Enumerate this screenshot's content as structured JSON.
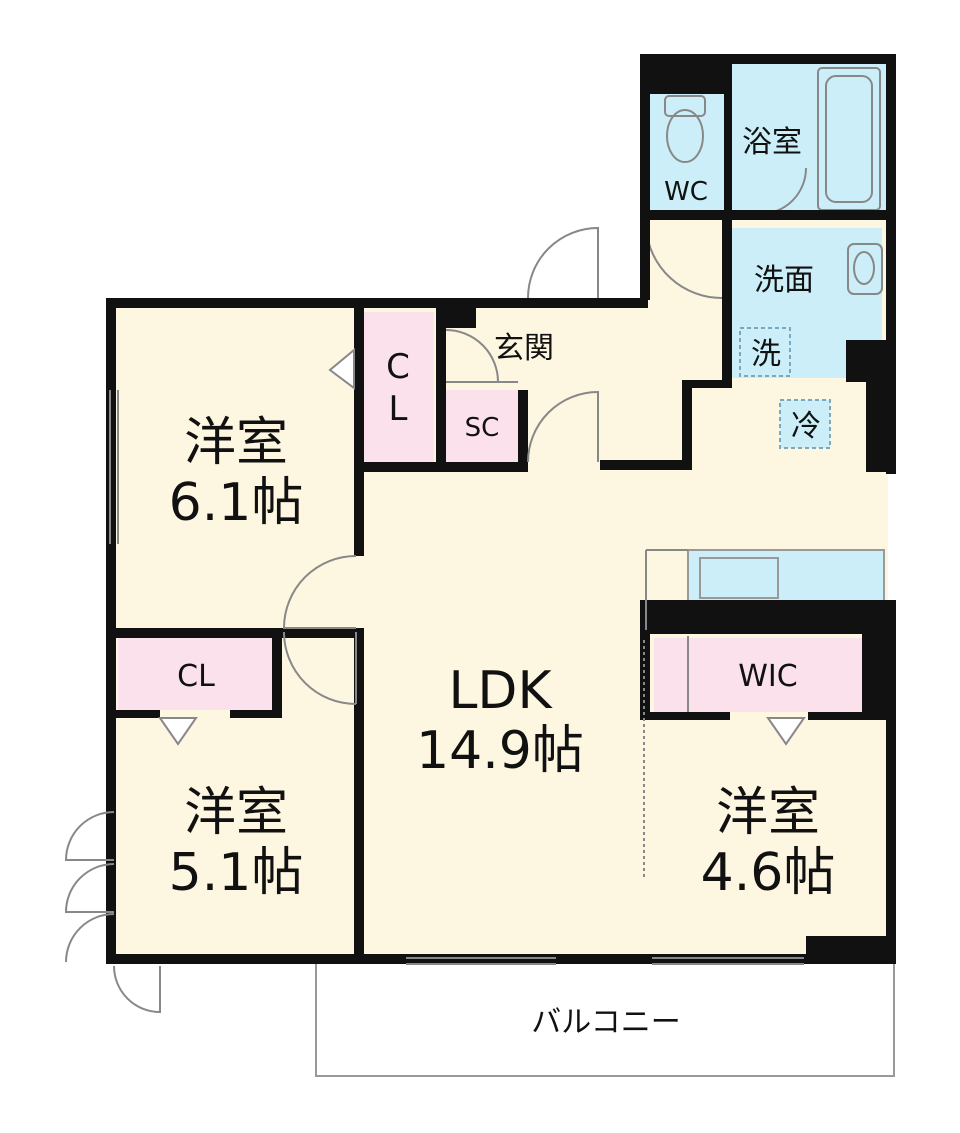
{
  "colors": {
    "room": "#fdf6e0",
    "wet": "#cceef9",
    "storage": "#fbe1ec",
    "wall": "#111111",
    "line": "#999999",
    "appliance_mark": "#7aa8bf"
  },
  "rooms": {
    "bedroom_a": {
      "name": "洋室",
      "size": "6.1帖"
    },
    "bedroom_b": {
      "name": "洋室",
      "size": "5.1帖"
    },
    "bedroom_c": {
      "name": "洋室",
      "size": "4.6帖"
    },
    "ldk": {
      "name": "LDK",
      "size": "14.9帖"
    },
    "closet_a_line1": "C",
    "closet_a_line2": "L",
    "closet_b": "CL",
    "shoe_closet": "SC",
    "walk_in_closet": "WIC",
    "entrance": "玄関",
    "toilet": "WC",
    "bathroom": "浴室",
    "washroom": "洗面",
    "washer": "洗",
    "fridge": "冷",
    "balcony": "バルコニー"
  }
}
